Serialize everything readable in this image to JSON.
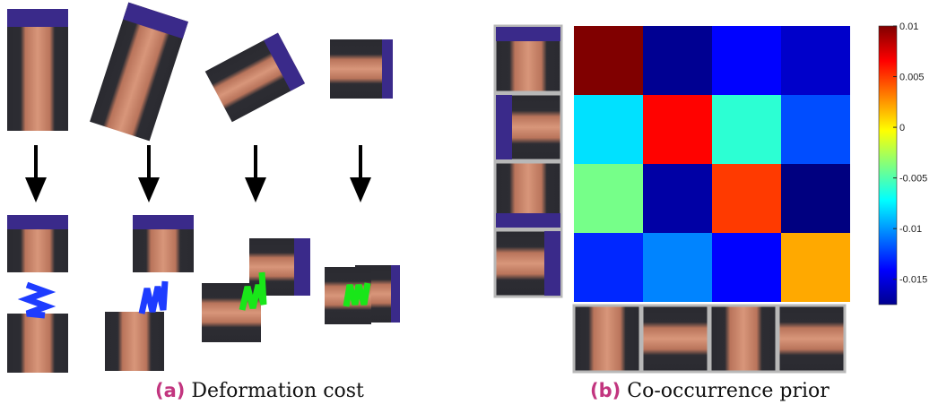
{
  "panel_a": {
    "label": "(a)",
    "caption": "Deformation cost",
    "columns": [
      {
        "pose": "vertical",
        "spring_color": "#1e3cff"
      },
      {
        "pose": "tilted",
        "spring_color": "#1e3cff"
      },
      {
        "pose": "diagonal",
        "spring_color": "#19e619"
      },
      {
        "pose": "horizontal",
        "spring_color": "#19e619"
      }
    ]
  },
  "panel_b": {
    "label": "(b)",
    "caption": "Co-occurrence prior",
    "colorbar": {
      "colormap": "jet",
      "range": [
        -0.0175,
        0.01
      ],
      "tick_labels": [
        "0.01",
        "0.005",
        "0",
        "-0.005",
        "-0.01",
        "-0.015"
      ],
      "tick_values": [
        0.01,
        0.005,
        0,
        -0.005,
        -0.01,
        -0.015
      ]
    },
    "matrix": [
      [
        0.01,
        -0.017,
        -0.014,
        -0.0155
      ],
      [
        -0.008,
        0.0065,
        -0.006,
        -0.012
      ],
      [
        -0.004,
        -0.0165,
        0.005,
        -0.0175
      ],
      [
        -0.013,
        -0.0105,
        -0.014,
        0.002
      ]
    ],
    "row_patches": [
      "vertical",
      "horizontal",
      "vertical",
      "horizontal"
    ],
    "column_patches": [
      "vertical",
      "horizontal",
      "vertical",
      "horizontal"
    ]
  }
}
